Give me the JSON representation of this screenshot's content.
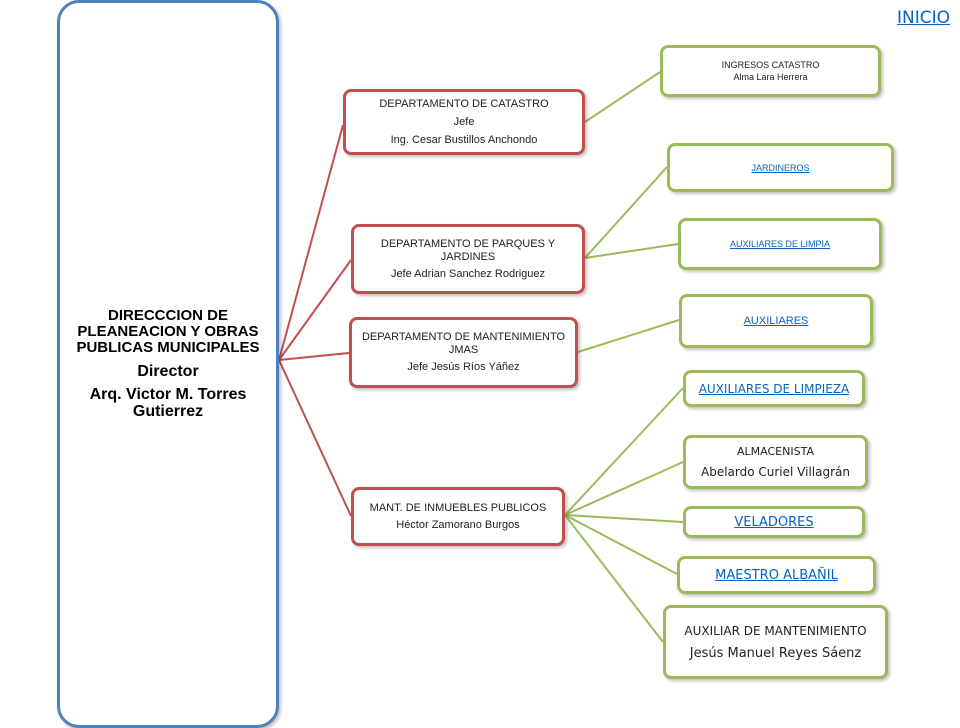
{
  "nav": {
    "inicio": "INICIO"
  },
  "director": {
    "title": "DIRECCCION DE PLEANEACION Y OBRAS PUBLICAS MUNICIPALES",
    "role": "Director",
    "name": "Arq. Victor M.  Torres Gutierrez"
  },
  "departments": [
    {
      "line1": "DEPARTAMENTO  DE CATASTRO",
      "line2": "Jefe",
      "line3": "Ing. Cesar Bustillos Anchondo"
    },
    {
      "line1": "DEPARTAMENTO  DE PARQUES  Y JARDINES",
      "line2": "Jefe Adrian Sanchez Rodriguez"
    },
    {
      "line1": "DEPARTAMENTO  DE MANTENIMIENTO  JMAS",
      "line2": "Jefe Jesús Ríos  Yáñez"
    },
    {
      "line1": "MANT.  DE INMUEBLES PUBLICOS",
      "line2": "Héctor Zamorano Burgos"
    }
  ],
  "units": {
    "catastro_ingresos": {
      "title": "INGRESOS  CATASTRO",
      "name": "Alma Lara Herrera"
    },
    "jardineros": "JARDINEROS",
    "auxiliares_limpia": "AUXILIARES DE LIMPIA",
    "auxiliares": "AUXILIARES",
    "auxiliares_limpieza": "AUXILIARES DE LIMPIEZA",
    "almacenista": {
      "title": "ALMACENISTA",
      "name": "Abelardo Curiel Villagrán"
    },
    "veladores": "VELADORES",
    "maestro_albanil": "MAESTRO ALBAÑIL",
    "auxiliar_mantenimiento": {
      "title": "AUXILIAR DE MANTENIMIENTO",
      "name": "Jesús Manuel Reyes Sáenz"
    }
  },
  "colors": {
    "director_border": "#4f81bd",
    "dept_border": "#c0504d",
    "unit_border": "#9bbb59",
    "link": "#0563c1"
  }
}
